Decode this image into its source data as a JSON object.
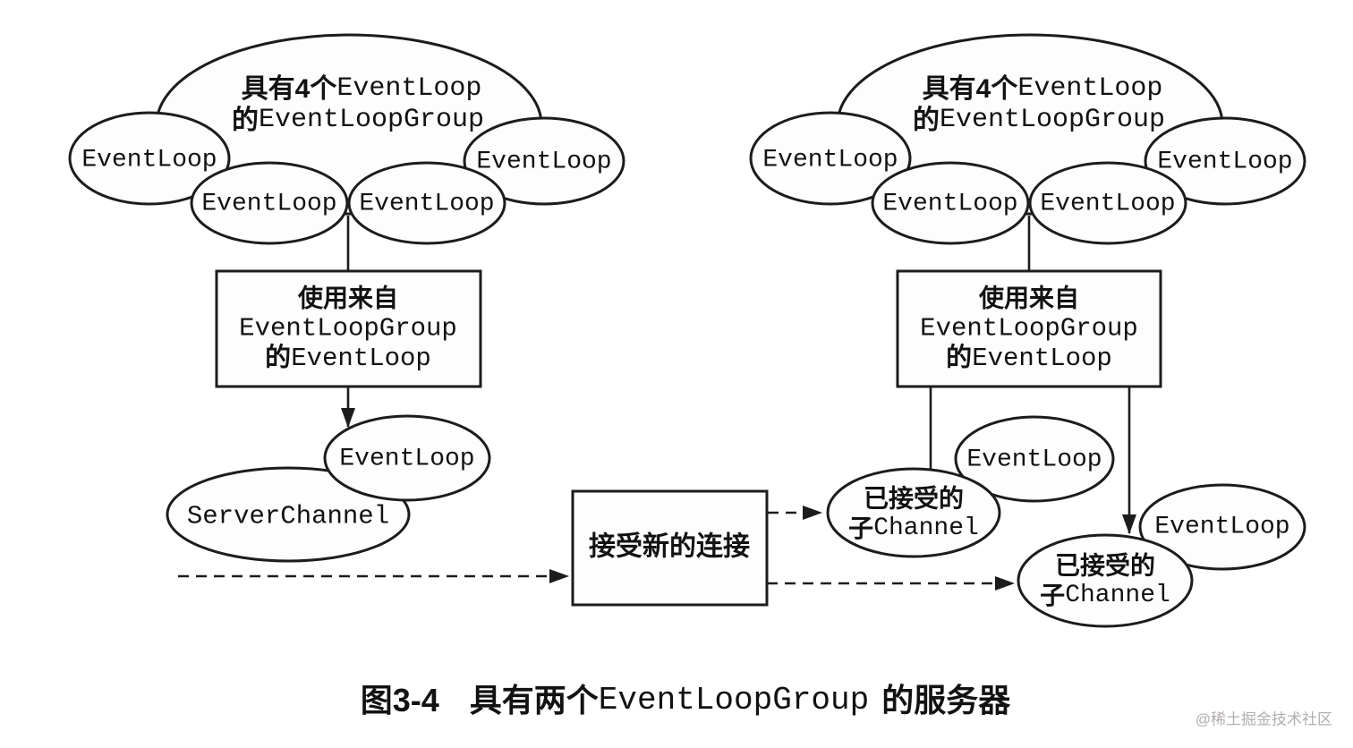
{
  "nodes": {
    "event_loop": "EventLoop",
    "server_channel": "ServerChannel",
    "cloud": {
      "l1_zh": "具有4个",
      "l1_code": "EventLoop",
      "l2_zh": "的",
      "l2_code": "EventLoopGroup"
    },
    "use_box": {
      "l1": "使用来自",
      "l2": "EventLoopGroup",
      "l3_zh": "的",
      "l3_code": "EventLoop"
    },
    "accept_box": "接受新的连接",
    "accepted_child": {
      "l1": "已接受的",
      "l2_zh": "子",
      "l2_code": "Channel"
    }
  },
  "caption": {
    "fig": "图3-4",
    "zh1": "具有两个",
    "code": "EventLoopGroup",
    "zh2": "的服务器"
  },
  "watermark": "@稀土掘金技术社区",
  "colors": {
    "background": "#ffffff",
    "line": "#1c1c1c",
    "shape_fill": "#fdfdfd",
    "text": "#121212",
    "watermark": "#b3aeae"
  }
}
